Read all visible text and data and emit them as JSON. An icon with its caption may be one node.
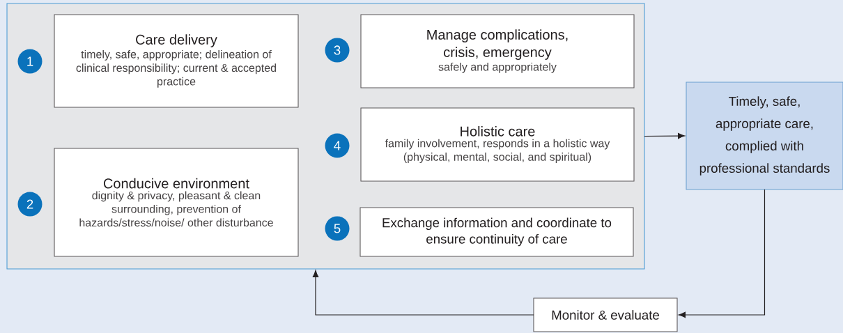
{
  "diagram": {
    "nodes": [
      {
        "text": [],
        "shape": "box"
      },
      {
        "text": [
          "1"
        ],
        "in": 0
      },
      {
        "text": [
          "Care delivery",
          "timely, safe, appropriate; delineation of clinical responsibility; current & accepted practice"
        ],
        "in": 0
      },
      {
        "text": [
          "2"
        ],
        "in": 0
      },
      {
        "text": [
          "Conducive environment",
          "dignity & privacy, pleasant & clean surrounding, prevention of hazards/stress/noise/ other disturbance"
        ],
        "in": 0
      },
      {
        "text": [
          "3"
        ],
        "in": 0
      },
      {
        "text": [
          "Manage complications, crisis, emergency",
          "safely and appropriately"
        ],
        "in": 0
      },
      {
        "text": [
          "4"
        ],
        "in": 0
      },
      {
        "text": [
          "Holistic care",
          "family involvement, responds in a holistic way (physical, mental, social, and spiritual)"
        ],
        "in": 0
      },
      {
        "text": [
          "5"
        ],
        "in": 0
      },
      {
        "text": [
          "Exchange information and coordinate to ensure continuity of care"
        ],
        "in": 0
      },
      {
        "text": [
          "Timely, safe, appropriate care, complied with professional standards"
        ]
      },
      {
        "text": [
          "Monitor & evaluate"
        ]
      }
    ],
    "edges": [
      {
        "from": 0,
        "to": 11,
        "arrow": "to"
      },
      {
        "from": 11,
        "to": 12,
        "arrow": "to"
      },
      {
        "from": 12,
        "to": 0,
        "arrow": "to"
      }
    ]
  }
}
